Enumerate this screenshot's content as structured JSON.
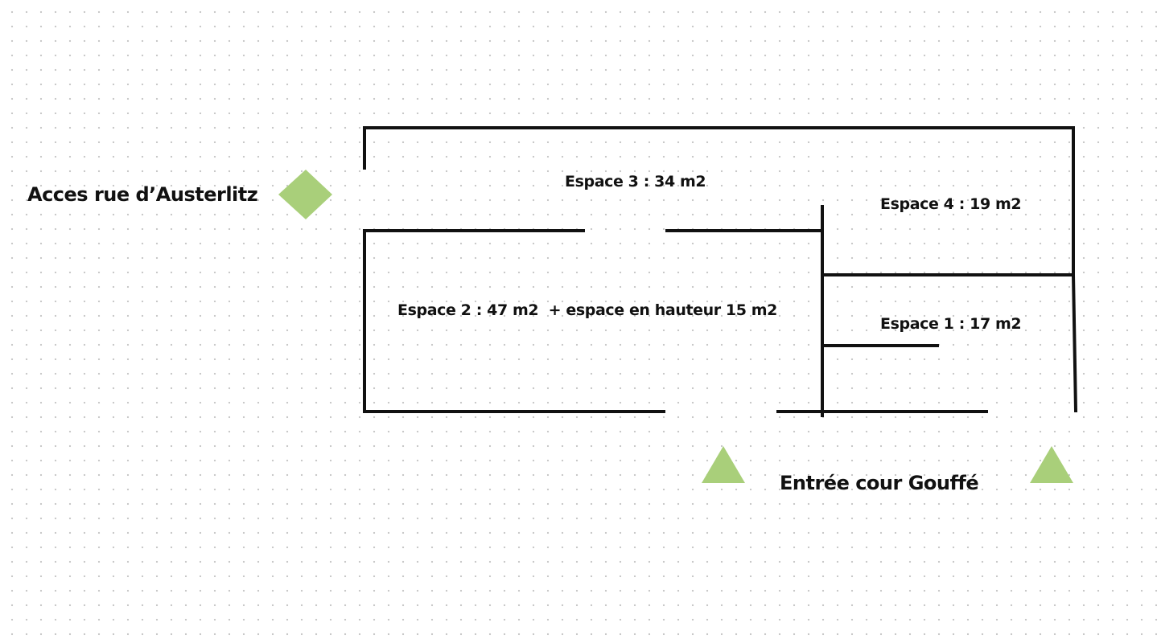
{
  "access": {
    "street_label": "Acces rue d’Austerlitz",
    "courtyard_label": "Entrée cour Gouffé"
  },
  "rooms": [
    {
      "id": "espace-3",
      "label": "Espace 3 : 34 m2"
    },
    {
      "id": "espace-4",
      "label": "Espace 4 : 19 m2"
    },
    {
      "id": "espace-2",
      "label": "Espace 2 : 47 m2  + espace en hauteur 15 m2"
    },
    {
      "id": "espace-1",
      "label": "Espace 1 : 17 m2"
    }
  ],
  "colors": {
    "wall": "#111111",
    "marker": "#a9cf7a",
    "grid_dot": "#c9c9c9"
  },
  "icons": {
    "street_access": "diamond-marker",
    "courtyard_entrances": "triangle-marker"
  }
}
